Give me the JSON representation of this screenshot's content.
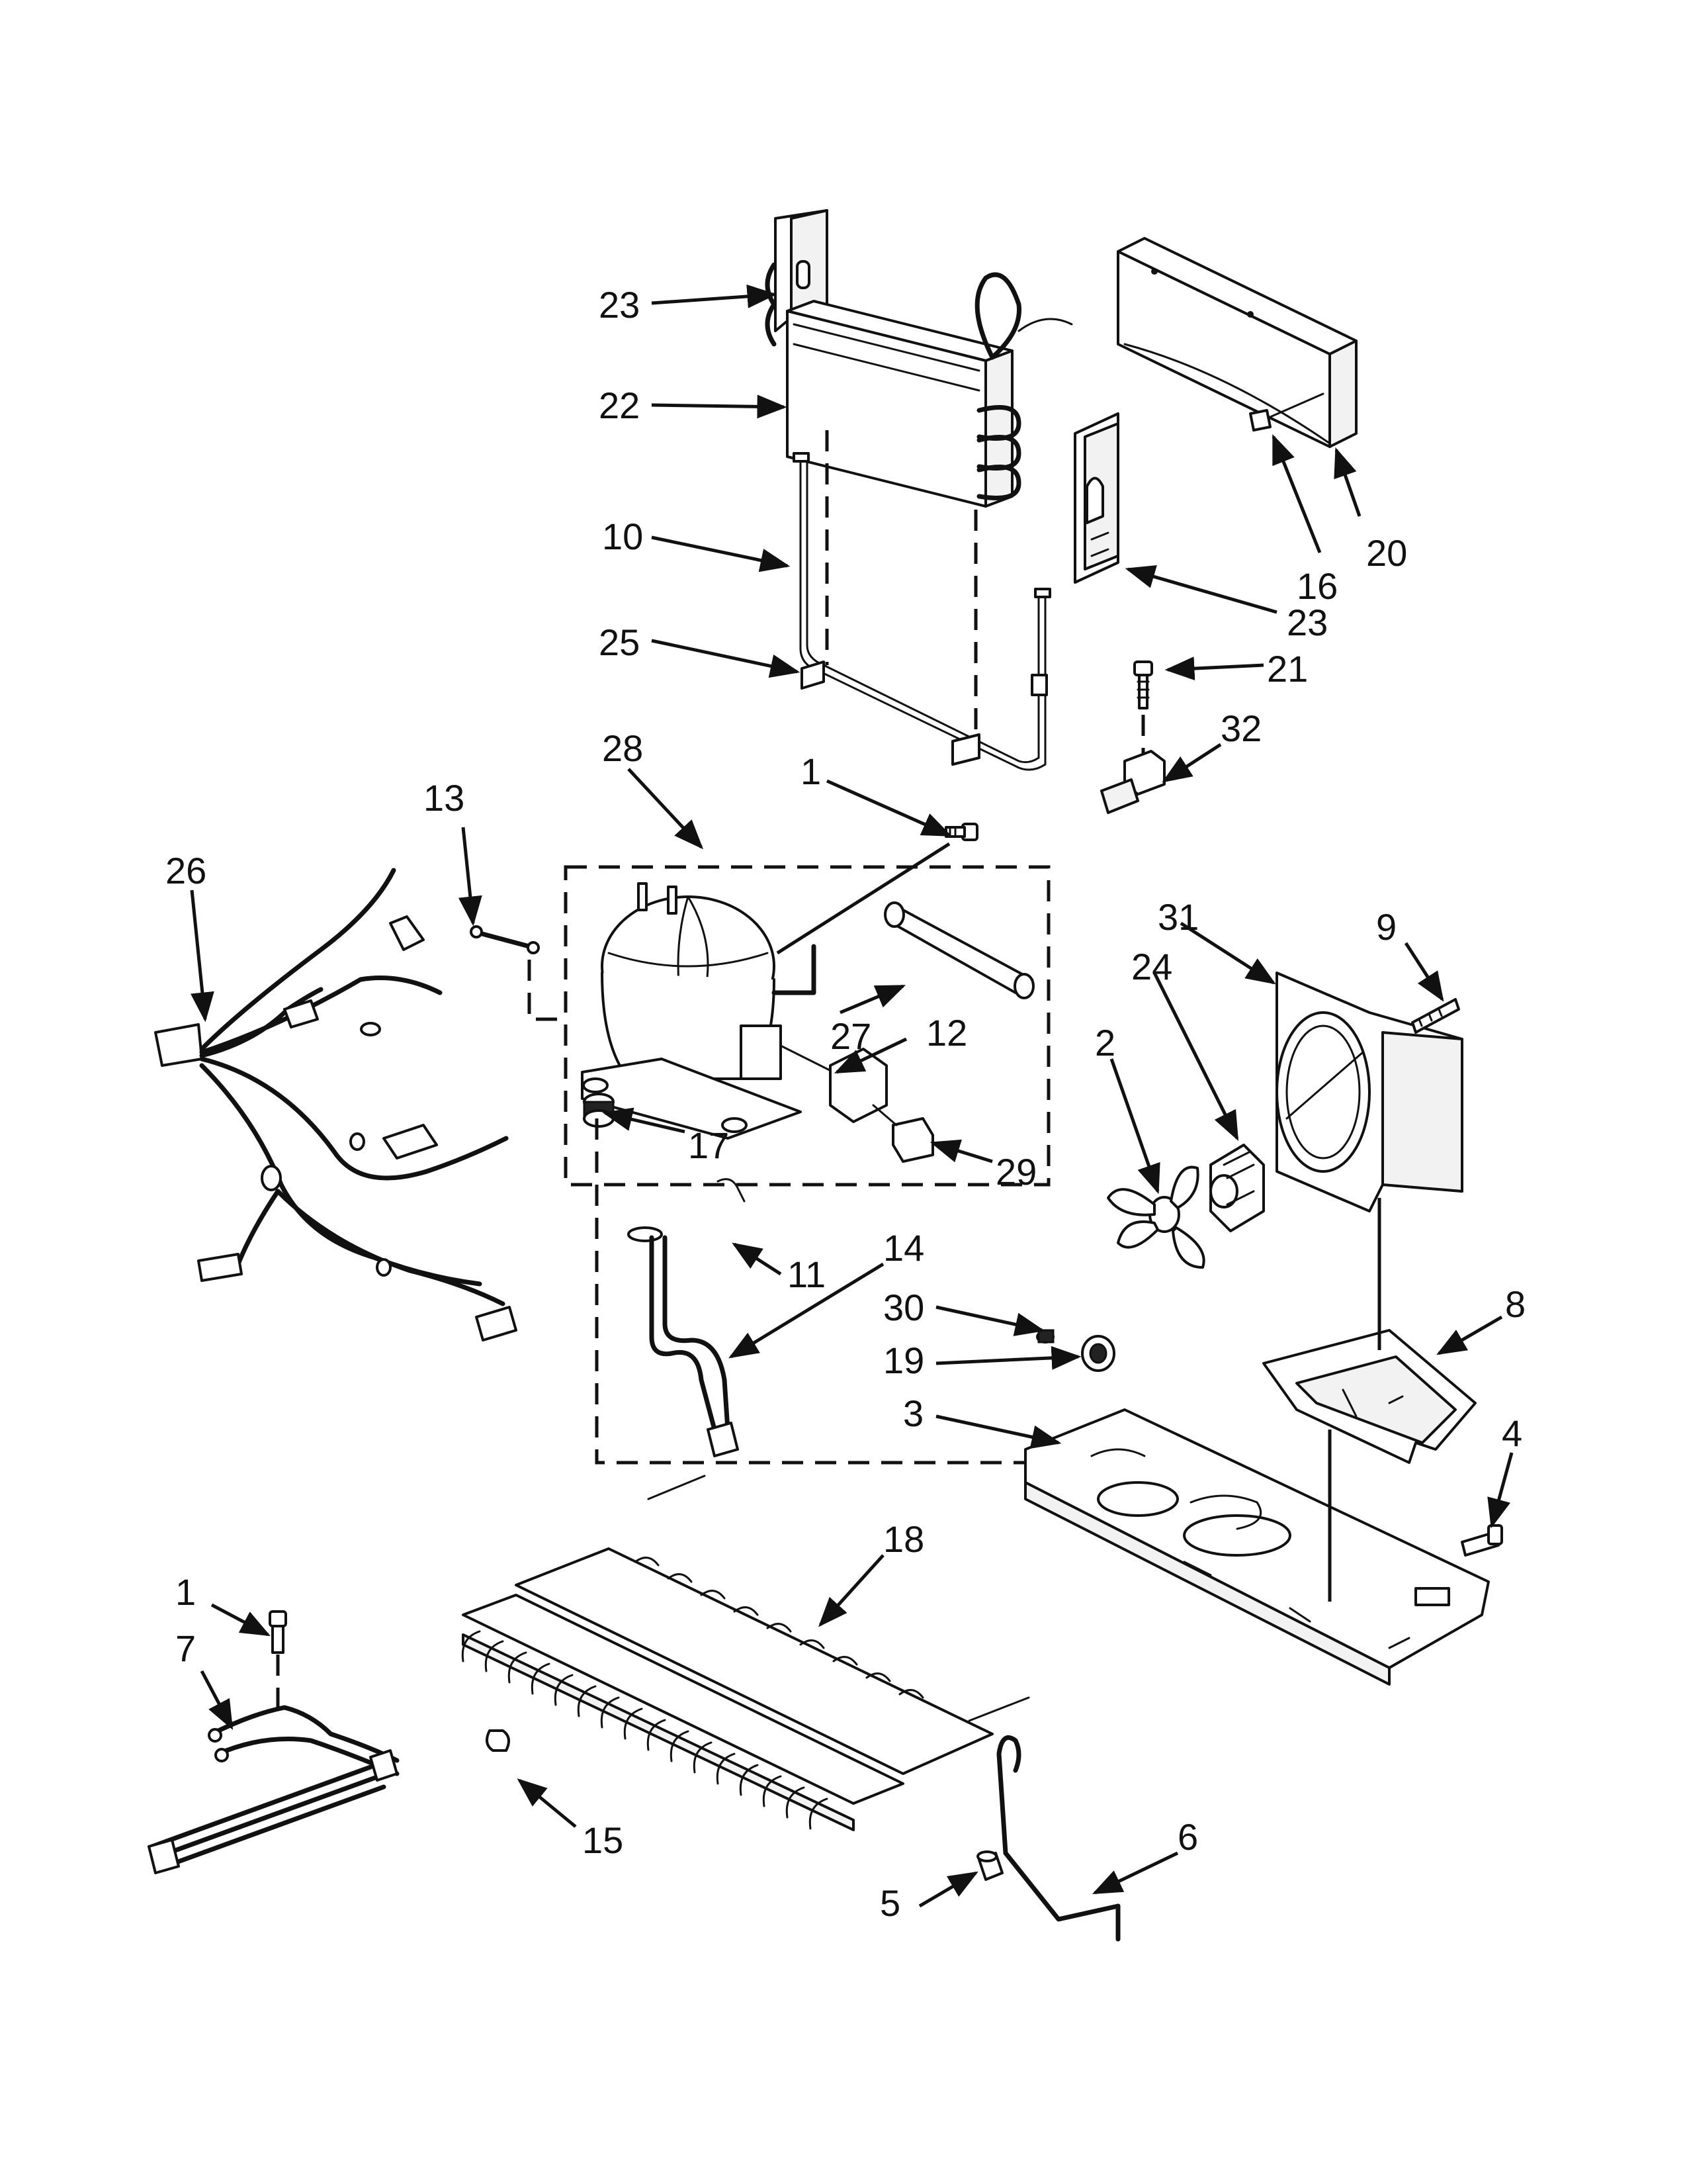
{
  "diagram": {
    "callouts": {
      "c1a": "1",
      "c1b": "1",
      "c2": "2",
      "c3": "3",
      "c4": "4",
      "c5": "5",
      "c6": "6",
      "c7": "7",
      "c8": "8",
      "c9": "9",
      "c10": "10",
      "c11": "11",
      "c12": "12",
      "c13": "13",
      "c14": "14",
      "c15": "15",
      "c16": "16",
      "c17": "17",
      "c18": "18",
      "c19": "19",
      "c20": "20",
      "c21": "21",
      "c22": "22",
      "c23a": "23",
      "c23b": "23",
      "c24": "24",
      "c25": "25",
      "c26": "26",
      "c27": "27",
      "c28": "28",
      "c29": "29",
      "c30": "30",
      "c31": "31",
      "c32": "32"
    }
  }
}
